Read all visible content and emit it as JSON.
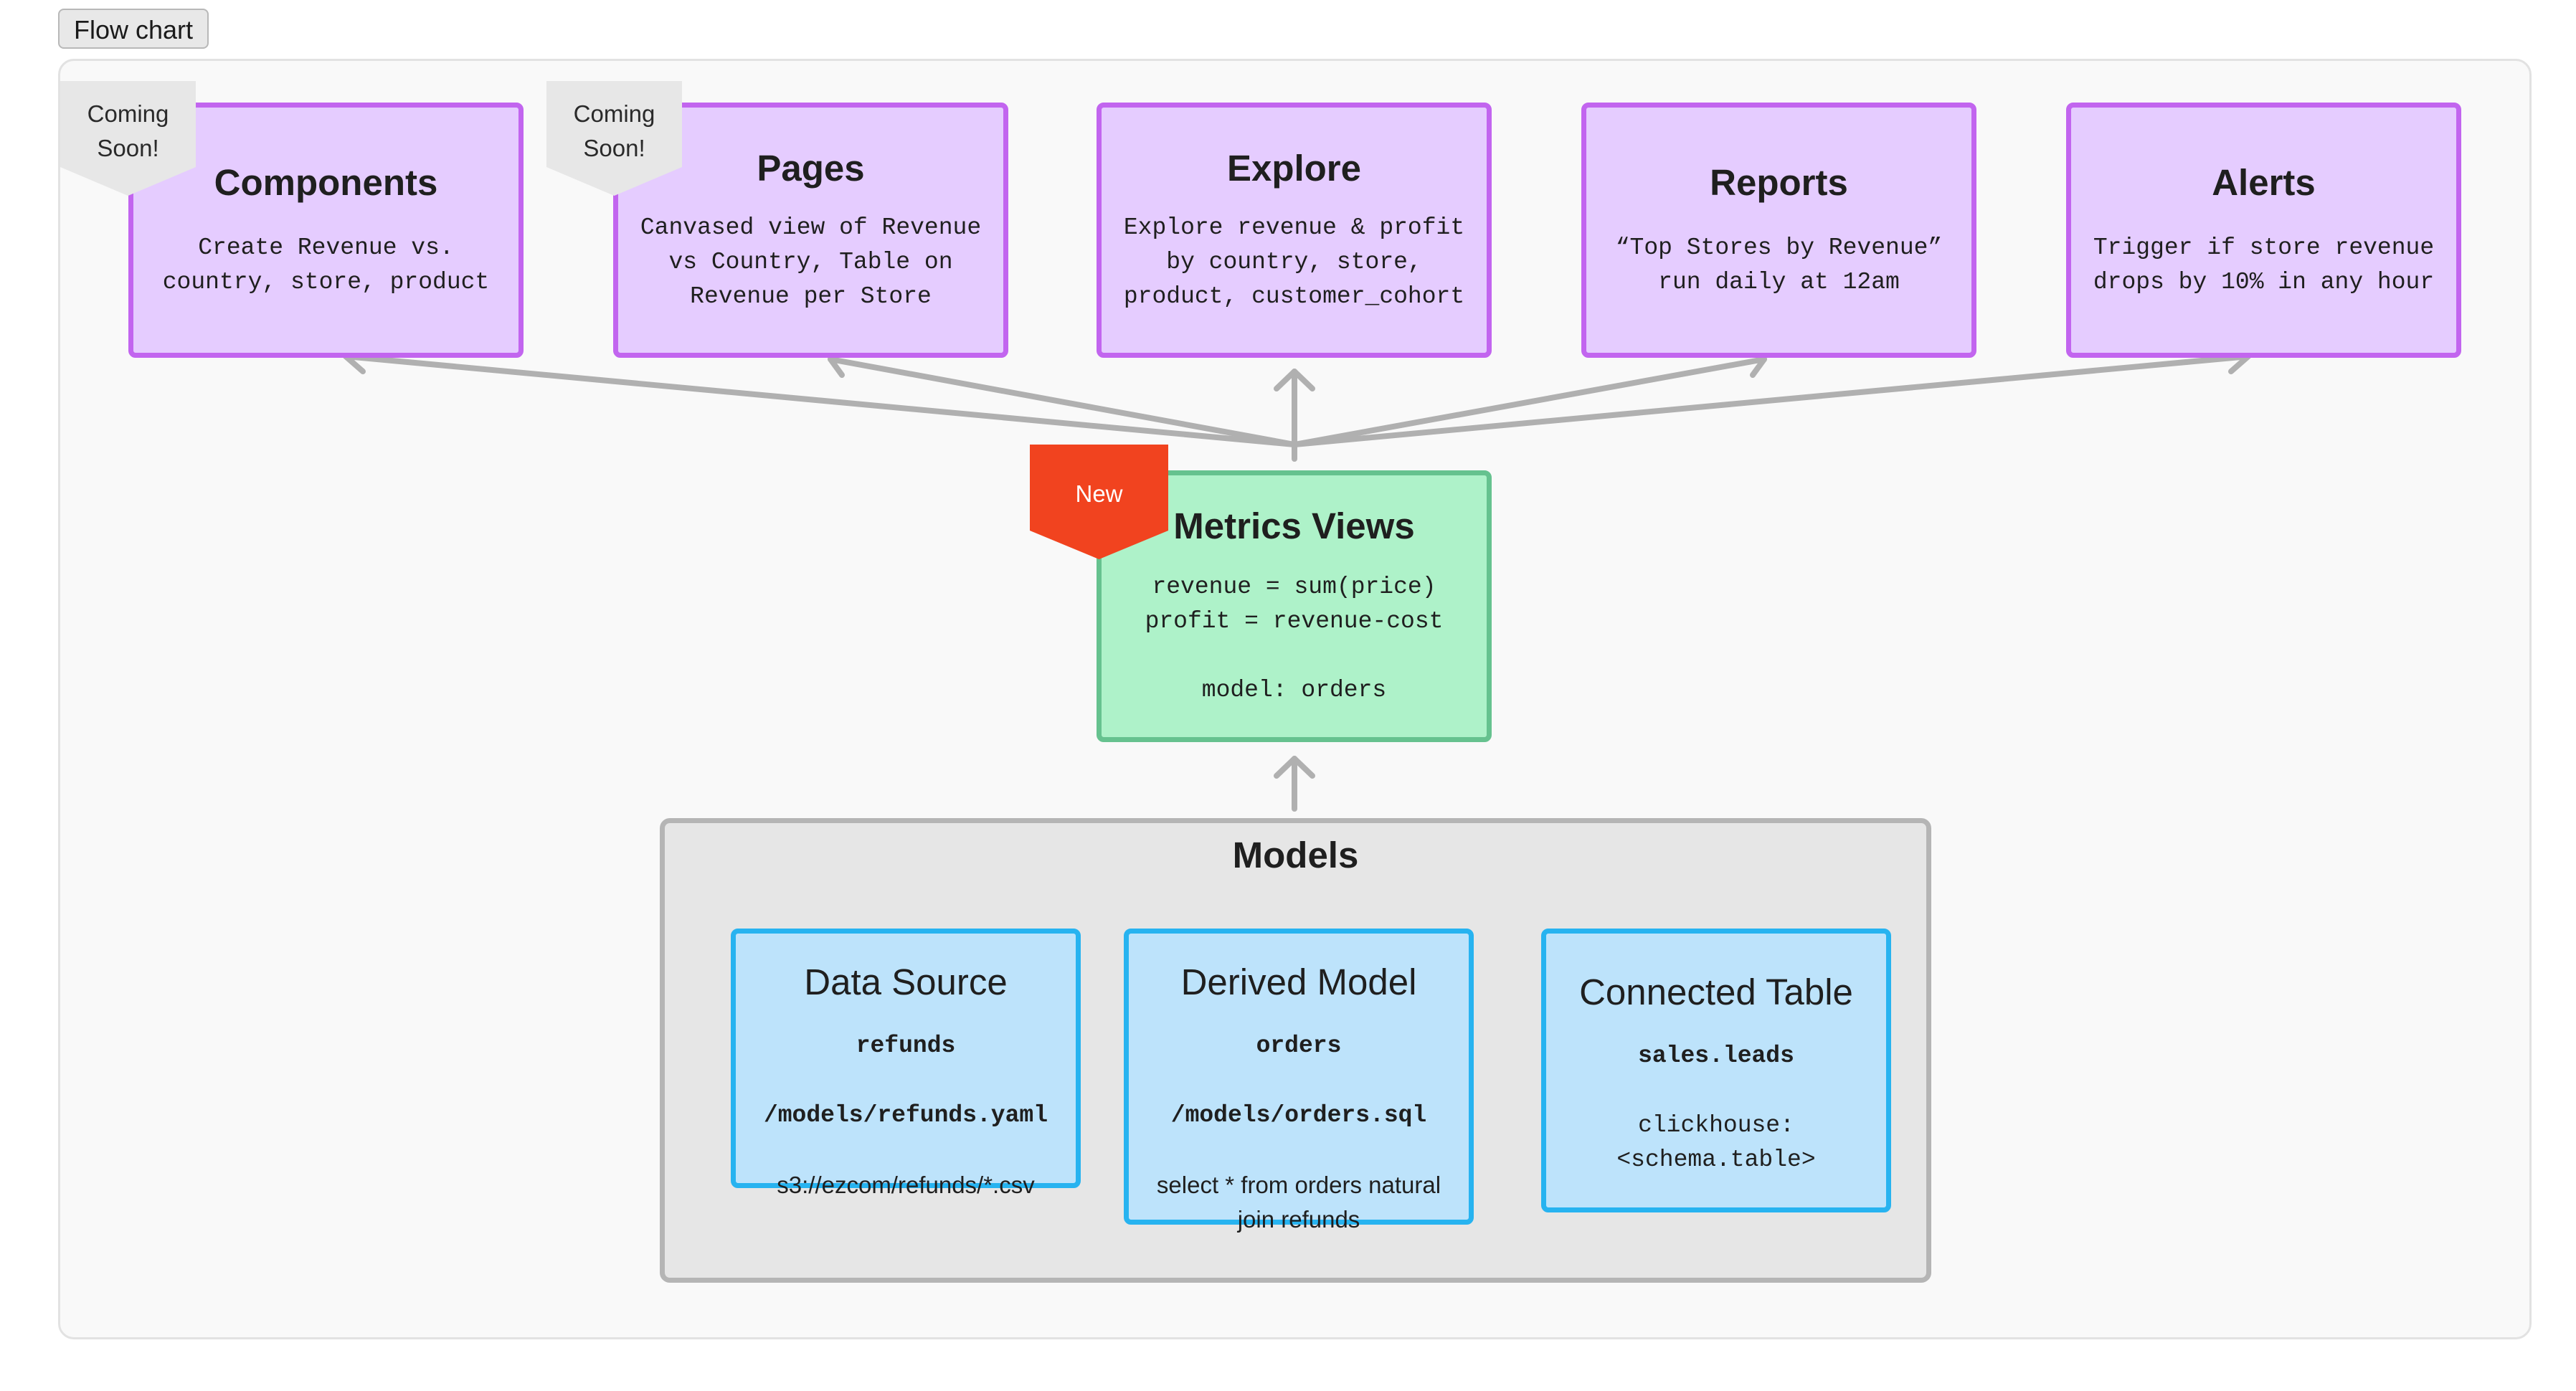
{
  "frame": {
    "label": "Flow chart"
  },
  "top_nodes": [
    {
      "title": "Components",
      "body": "Create Revenue vs.\ncountry, store, product",
      "badge": "Coming\nSoon!"
    },
    {
      "title": "Pages",
      "body": "Canvased view of Revenue\nvs Country, Table on\nRevenue per Store",
      "badge": "Coming\nSoon!"
    },
    {
      "title": "Explore",
      "body": "Explore revenue & profit\nby country, store,\nproduct, customer_cohort"
    },
    {
      "title": "Reports",
      "body": "“Top Stores by Revenue”\nrun daily at 12am"
    },
    {
      "title": "Alerts",
      "body": "Trigger if store revenue\ndrops by 10% in any hour"
    }
  ],
  "metrics_view": {
    "title": "Metrics Views",
    "badge": "New",
    "body": "revenue = sum(price)\nprofit = revenue-cost\n\nmodel: orders"
  },
  "models": {
    "title": "Models",
    "items": [
      {
        "title": "Data Source",
        "name": "refunds",
        "path": "/models/refunds.yaml",
        "detail": "s3://ezcom/refunds/*.csv"
      },
      {
        "title": "Derived Model",
        "name": "orders",
        "path": "/models/orders.sql",
        "detail": "select * from orders natural\njoin refunds"
      },
      {
        "title": "Connected Table",
        "name": "sales.leads",
        "detail": "clickhouse:\n<schema.table>"
      }
    ]
  },
  "colors": {
    "purple_fill": "#e5ccff",
    "purple_border": "#c265ef",
    "green_fill": "#aef2c9",
    "green_border": "#66c28f",
    "blue_fill": "#bde3fb",
    "blue_border": "#27b3f0",
    "new_badge": "#f1431f",
    "connector": "#b0b0b0"
  }
}
